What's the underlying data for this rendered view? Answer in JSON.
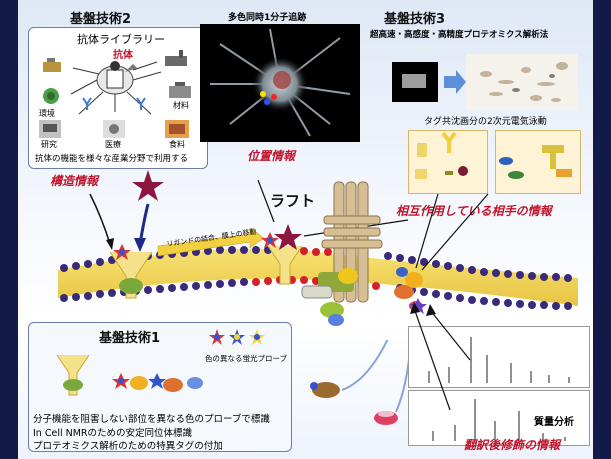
{
  "tech2": {
    "title": "基盤技術2",
    "library_title": "抗体ライブラリー",
    "antibody": "抗体",
    "env": "環境",
    "material": "材料",
    "research": "研究",
    "medical": "医療",
    "food": "食料",
    "caption": "抗体の機能を様々な産業分野で利用する"
  },
  "center": {
    "title": "多色同時1分子追跡",
    "position_info": "位置情報"
  },
  "tech3": {
    "title": "基盤技術3",
    "subtitle": "超高速・高感度・高精度プロテオミクス解析法",
    "caption": "タグ共沈画分の2次元電気泳動"
  },
  "labels": {
    "structure_info": "構造情報",
    "raft": "ラフト",
    "interaction_partner": "相互作用している相手の情報",
    "ligand_binding": "リガンドの結合、膜上の移動",
    "mass_spec": "質量分析",
    "ptm_info": "翻訳後修飾の情報"
  },
  "tech1": {
    "title": "基盤技術1",
    "probe_label": "色の異なる蛍光プローブ",
    "lines": [
      "分子機能を阻害しない部位を異なる色のプローブで標識",
      "In Cell NMRのための安定同位体標識",
      "プロテオミクス解析のための特異タグの付加"
    ]
  },
  "colors": {
    "frame": "#1a1a66",
    "accent_red": "#c0142c",
    "membrane_yellow": "#f1d54a",
    "membrane_purple": "#3a2a7a"
  }
}
